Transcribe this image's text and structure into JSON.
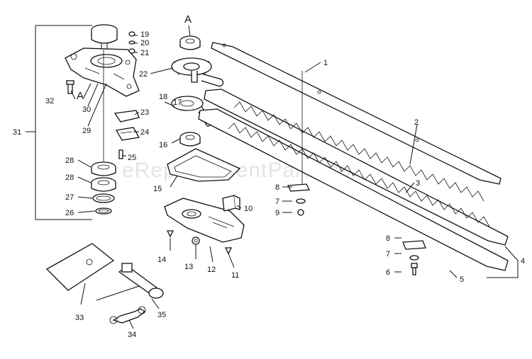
{
  "watermark": "eReplacementParts.com",
  "callouts": {
    "A": "A",
    "p1": "1",
    "p2": "2",
    "p3": "3",
    "p4": "4",
    "p5": "5",
    "p6": "6",
    "p7": "7",
    "p8": "8",
    "p9": "9",
    "p10": "10",
    "p11": "11",
    "p12": "12",
    "p13": "13",
    "p14": "14",
    "p15": "15",
    "p16": "16",
    "p17": "17",
    "p18": "18",
    "p19": "19",
    "p20": "20",
    "p21": "21",
    "p22": "22",
    "p23": "23",
    "p24": "24",
    "p25": "25",
    "p26": "26",
    "p27": "27",
    "p28": "28",
    "p29": "29",
    "p30": "30",
    "p31": "31",
    "p32": "32",
    "p33": "33",
    "p34": "34",
    "p35": "35"
  }
}
